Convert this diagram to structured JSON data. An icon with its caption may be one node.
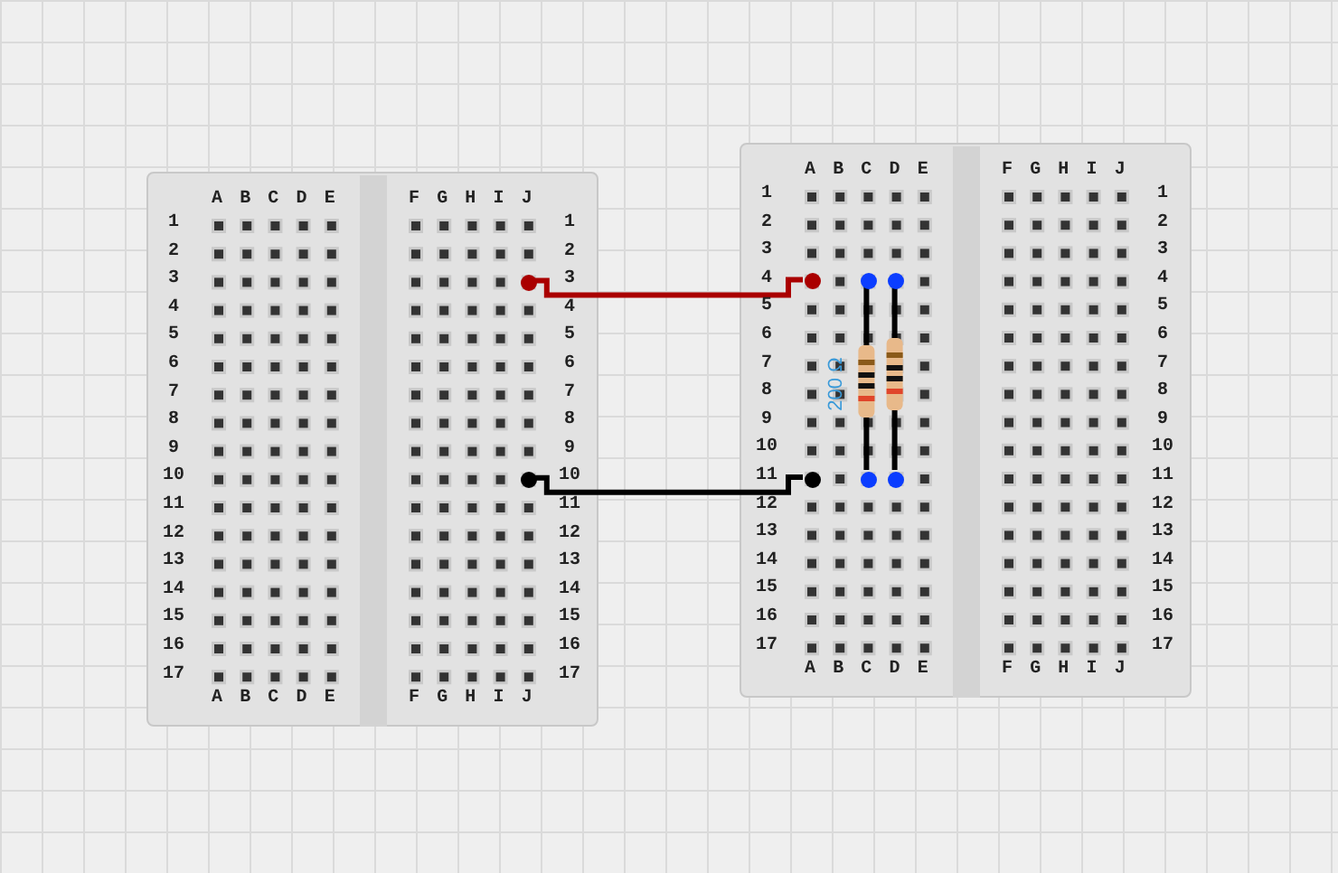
{
  "diagram": {
    "nodes": [
      {
        "text": [],
        "shape": "box"
      },
      {
        "text": [],
        "shape": "box"
      },
      {
        "text": [],
        "shape": "circle",
        "in": 0
      },
      {
        "text": [],
        "shape": "circle",
        "in": 1
      },
      {
        "text": [],
        "shape": "circle",
        "in": 0
      },
      {
        "text": [],
        "shape": "circle",
        "in": 1
      },
      {
        "text": [],
        "shape": "circle",
        "in": 1
      },
      {
        "text": [],
        "shape": "circle",
        "in": 1
      },
      {
        "text": [],
        "shape": "circle",
        "in": 1
      },
      {
        "text": [],
        "shape": "circle",
        "in": 1
      }
    ],
    "edges": [
      {
        "from": 2,
        "to": 3,
        "arrow": "none",
        "color": "#aa0000"
      },
      {
        "from": 4,
        "to": 5,
        "arrow": "none"
      },
      {
        "from": 6,
        "to": 7,
        "arrow": "none"
      },
      {
        "from": 8,
        "to": 9,
        "arrow": "none"
      }
    ],
    "labels": [
      "A",
      "B",
      "C",
      "D",
      "E",
      "F",
      "G",
      "H",
      "I",
      "J",
      "1",
      "1",
      "2",
      "2",
      "3",
      "3",
      "4",
      "4",
      "5",
      "5",
      "6",
      "6",
      "7",
      "7",
      "8",
      "8",
      "9",
      "9",
      "10",
      "10",
      "11",
      "11",
      "12",
      "12",
      "13",
      "13",
      "14",
      "14",
      "15",
      "15",
      "16",
      "16",
      "17",
      "17",
      "A",
      "B",
      "C",
      "D",
      "E",
      "F",
      "G",
      "H",
      "I",
      "J",
      "A",
      "B",
      "C",
      "D",
      "E",
      "F",
      "G",
      "H",
      "I",
      "J",
      "1",
      "1",
      "2",
      "2",
      "3",
      "3",
      "4",
      "4",
      "5",
      "5",
      "6",
      "6",
      "7",
      "7",
      "8",
      "8",
      "9",
      "9",
      "10",
      "10",
      "11",
      "11",
      "12",
      "12",
      "13",
      "13",
      "14",
      "14",
      "15",
      "15",
      "16",
      "16",
      "17",
      "17",
      "A",
      "B",
      "C",
      "D",
      "E",
      "F",
      "G",
      "H",
      "I",
      "J",
      "200 Ω"
    ]
  }
}
